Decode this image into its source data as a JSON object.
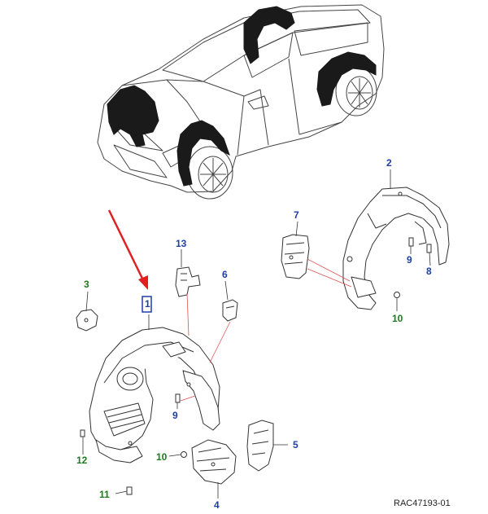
{
  "diagram": {
    "reference_code": "RAC47193-01",
    "colors": {
      "line": "#333333",
      "part_fill": "#ffffff",
      "car_dark": "#1a1a1a",
      "label_blue": "#1f3ea8",
      "label_green": "#1f7a1f",
      "leader_red": "#e05050",
      "arrow_red": "#e02020",
      "highlight_box": "#1f3ea8"
    },
    "parts": [
      {
        "number": "1",
        "color_key": "blue",
        "highlighted": true
      },
      {
        "number": "2",
        "color_key": "blue"
      },
      {
        "number": "3",
        "color_key": "green"
      },
      {
        "number": "4",
        "color_key": "blue"
      },
      {
        "number": "5",
        "color_key": "blue"
      },
      {
        "number": "6",
        "color_key": "blue"
      },
      {
        "number": "7",
        "color_key": "blue"
      },
      {
        "number": "8",
        "color_key": "blue"
      },
      {
        "number": "9",
        "color_key": "blue"
      },
      {
        "number": "9",
        "color_key": "blue"
      },
      {
        "number": "10",
        "color_key": "green"
      },
      {
        "number": "10",
        "color_key": "green"
      },
      {
        "number": "11",
        "color_key": "green"
      },
      {
        "number": "12",
        "color_key": "green"
      },
      {
        "number": "13",
        "color_key": "blue"
      }
    ]
  }
}
